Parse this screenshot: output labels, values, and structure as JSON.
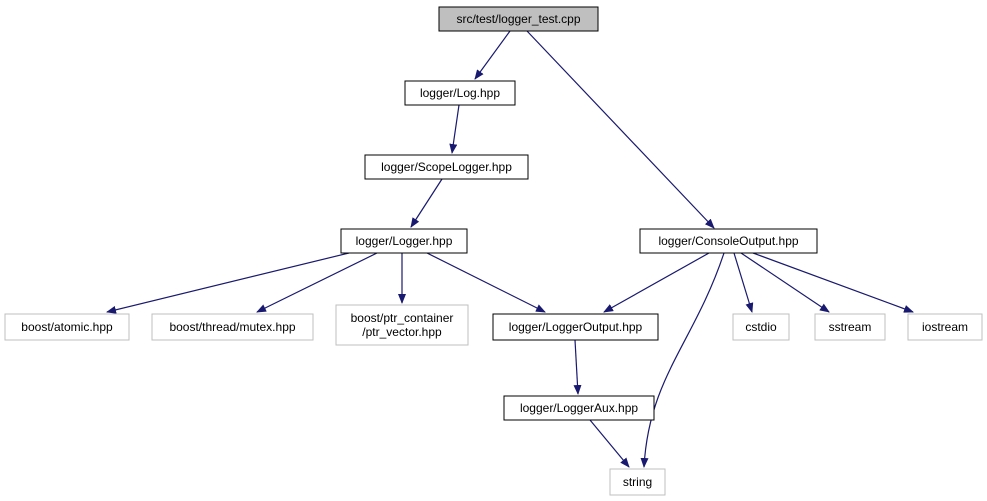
{
  "graph": {
    "nodes": [
      {
        "id": "logger_test",
        "lines": [
          "src/test/logger_test.cpp"
        ],
        "style": "root"
      },
      {
        "id": "log",
        "lines": [
          "logger/Log.hpp"
        ],
        "style": "local"
      },
      {
        "id": "scopelogger",
        "lines": [
          "logger/ScopeLogger.hpp"
        ],
        "style": "local"
      },
      {
        "id": "logger",
        "lines": [
          "logger/Logger.hpp"
        ],
        "style": "local"
      },
      {
        "id": "consoleoutput",
        "lines": [
          "logger/ConsoleOutput.hpp"
        ],
        "style": "local"
      },
      {
        "id": "atomic",
        "lines": [
          "boost/atomic.hpp"
        ],
        "style": "external"
      },
      {
        "id": "mutex",
        "lines": [
          "boost/thread/mutex.hpp"
        ],
        "style": "external"
      },
      {
        "id": "ptr_vector",
        "lines": [
          "boost/ptr_container",
          "/ptr_vector.hpp"
        ],
        "style": "external"
      },
      {
        "id": "loggeroutput",
        "lines": [
          "logger/LoggerOutput.hpp"
        ],
        "style": "local"
      },
      {
        "id": "cstdio",
        "lines": [
          "cstdio"
        ],
        "style": "external"
      },
      {
        "id": "sstream",
        "lines": [
          "sstream"
        ],
        "style": "external"
      },
      {
        "id": "iostream",
        "lines": [
          "iostream"
        ],
        "style": "external"
      },
      {
        "id": "loggeraux",
        "lines": [
          "logger/LoggerAux.hpp"
        ],
        "style": "local"
      },
      {
        "id": "string",
        "lines": [
          "string"
        ],
        "style": "external"
      }
    ],
    "edges": [
      {
        "from": "logger_test",
        "to": "log"
      },
      {
        "from": "logger_test",
        "to": "consoleoutput"
      },
      {
        "from": "log",
        "to": "scopelogger"
      },
      {
        "from": "scopelogger",
        "to": "logger"
      },
      {
        "from": "logger",
        "to": "atomic"
      },
      {
        "from": "logger",
        "to": "mutex"
      },
      {
        "from": "logger",
        "to": "ptr_vector"
      },
      {
        "from": "logger",
        "to": "loggeroutput"
      },
      {
        "from": "consoleoutput",
        "to": "loggeroutput"
      },
      {
        "from": "consoleoutput",
        "to": "string"
      },
      {
        "from": "consoleoutput",
        "to": "cstdio"
      },
      {
        "from": "consoleoutput",
        "to": "sstream"
      },
      {
        "from": "consoleoutput",
        "to": "iostream"
      },
      {
        "from": "loggeroutput",
        "to": "loggeraux"
      },
      {
        "from": "loggeraux",
        "to": "string"
      }
    ],
    "colors": {
      "root_fill": "#bfbfbf",
      "local_border": "#000000",
      "external_border": "#bfbfbf",
      "edge": "#191970",
      "text": "#000000"
    }
  }
}
